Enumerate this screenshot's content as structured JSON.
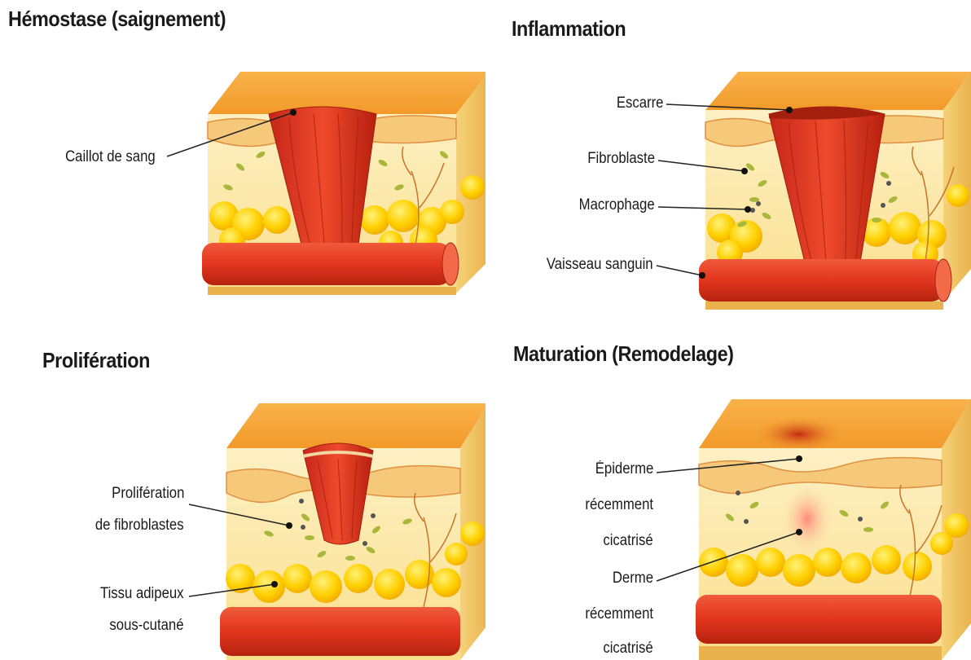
{
  "panels": {
    "hemostasis": {
      "title": "Hémostase (saignement)",
      "labels": {
        "clot": "Caillot de sang"
      }
    },
    "inflammation": {
      "title": "Inflammation",
      "labels": {
        "scab": "Escarre",
        "fibroblast": "Fibroblaste",
        "macrophage": "Macrophage",
        "vessel": "Vaisseau sanguin"
      }
    },
    "proliferation": {
      "title": "Prolifération",
      "labels": {
        "fibro_line1": "Prolifération",
        "fibro_line2": "de fibroblastes",
        "fat_line1": "Tissu adipeux",
        "fat_line2": "sous-cutané"
      }
    },
    "maturation": {
      "title": "Maturation (Remodelage)",
      "labels": {
        "epi_line1": "Épiderme",
        "epi_line2": "récemment",
        "epi_line3": "cicatrisé",
        "derm_line1": "Derme",
        "derm_line2": "récemment",
        "derm_line3": "cicatrisé"
      }
    }
  },
  "colors": {
    "epidermis_top": "#f7a739",
    "dermis": "#fbe6a6",
    "fat": "#ffd21a",
    "clot": "#e2351e",
    "vessel": "#e2401f",
    "outline": "#a8531a"
  }
}
